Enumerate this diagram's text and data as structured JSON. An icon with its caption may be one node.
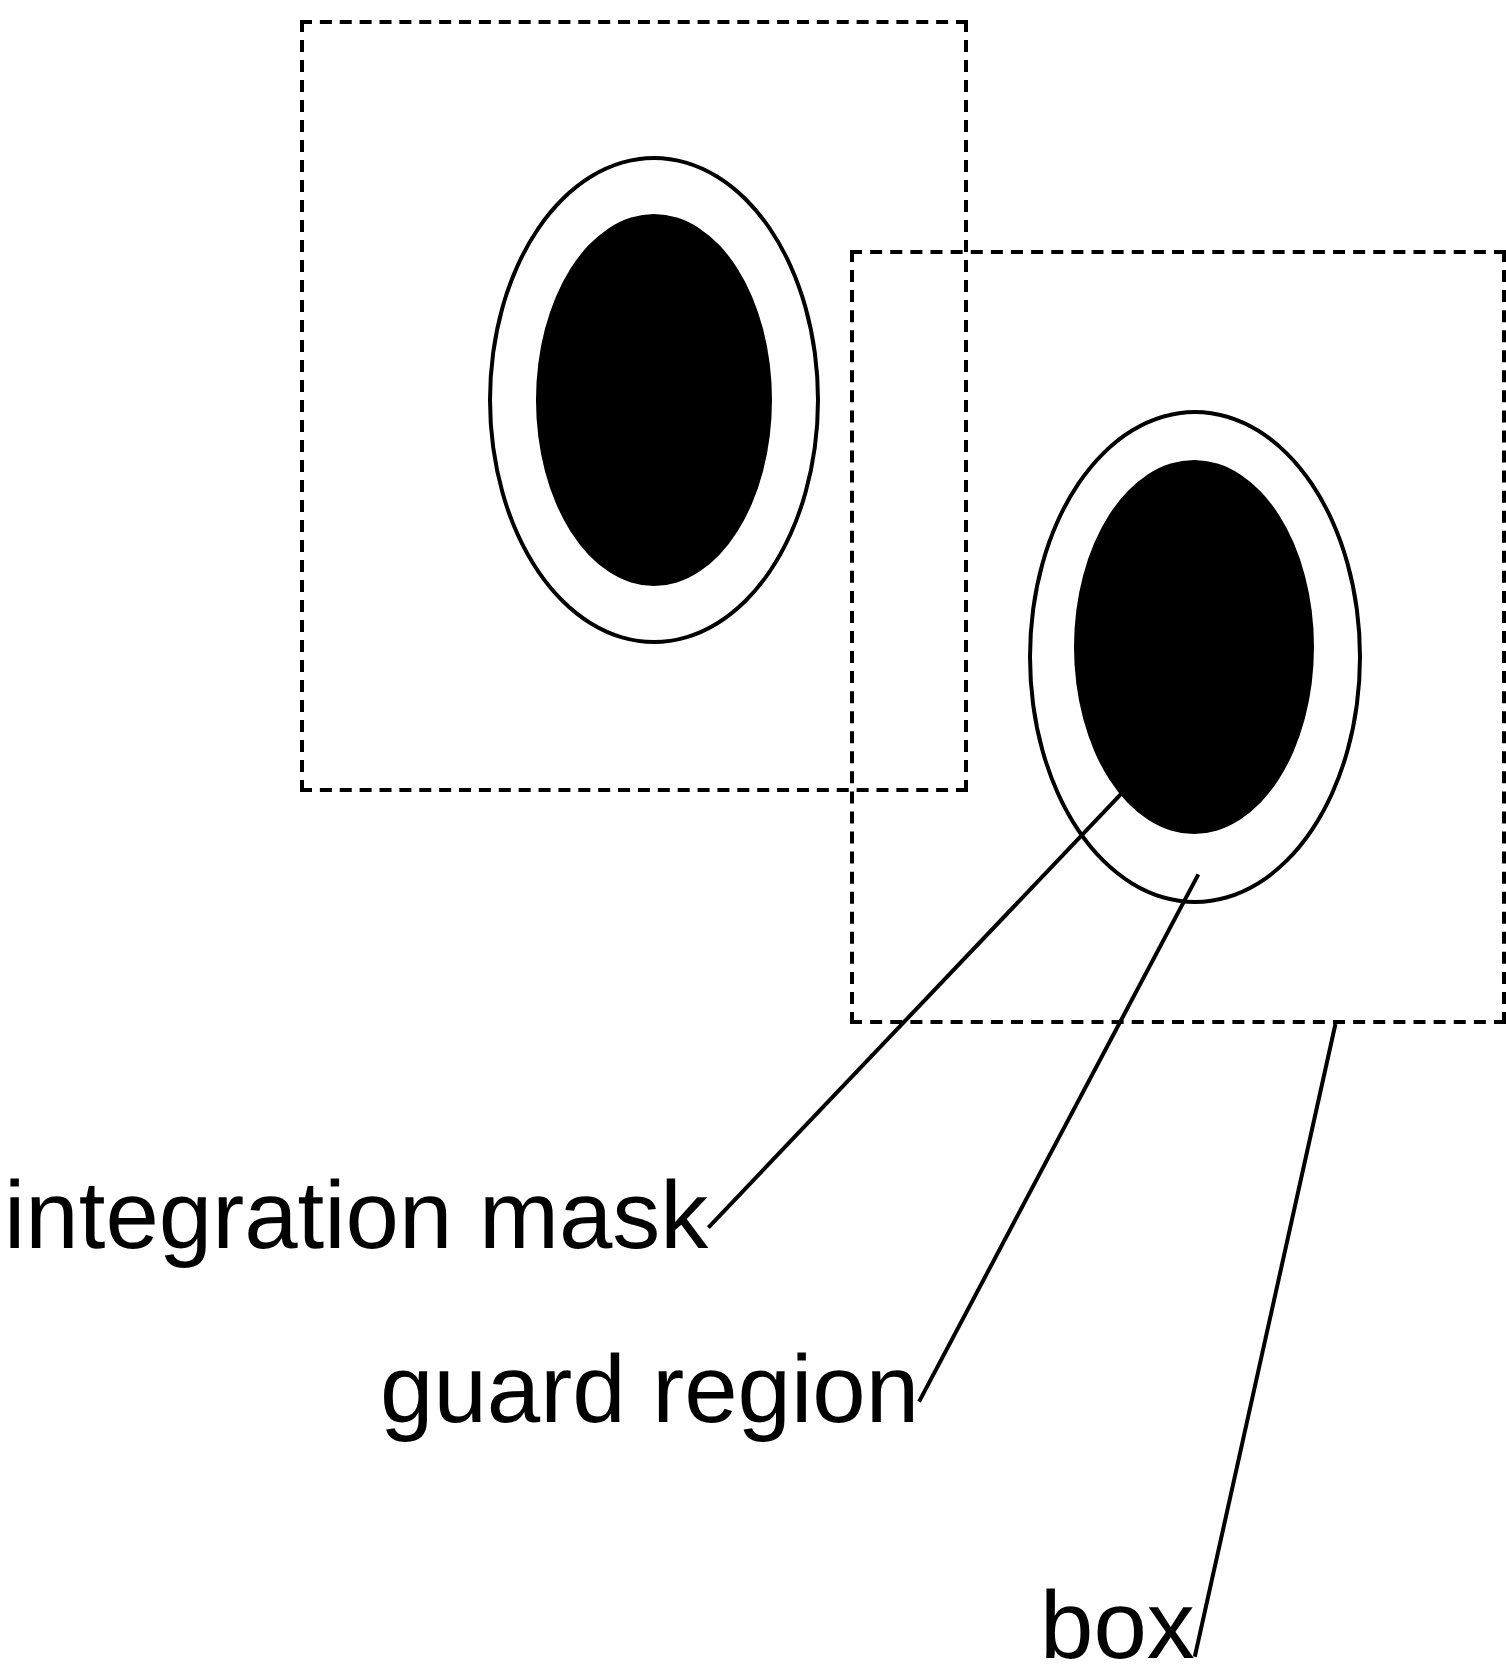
{
  "diagram": {
    "nodes": [
      {
        "text": [],
        "shape": "box"
      },
      {
        "text": [],
        "shape": "ellipse",
        "in": 0
      },
      {
        "text": [],
        "shape": "ellipse",
        "in": 1
      },
      {
        "text": [],
        "shape": "box"
      },
      {
        "text": [],
        "shape": "ellipse",
        "in": 3
      },
      {
        "text": [],
        "shape": "ellipse",
        "in": 4
      },
      {
        "text": [
          "integration mask"
        ]
      },
      {
        "text": [
          "guard region"
        ]
      },
      {
        "text": [
          "box"
        ]
      }
    ],
    "edges": [
      {
        "from": 6,
        "to": 5,
        "arrow": "none"
      },
      {
        "from": 7,
        "to": 4,
        "arrow": "none"
      },
      {
        "from": 8,
        "to": 3,
        "arrow": "none"
      }
    ]
  }
}
